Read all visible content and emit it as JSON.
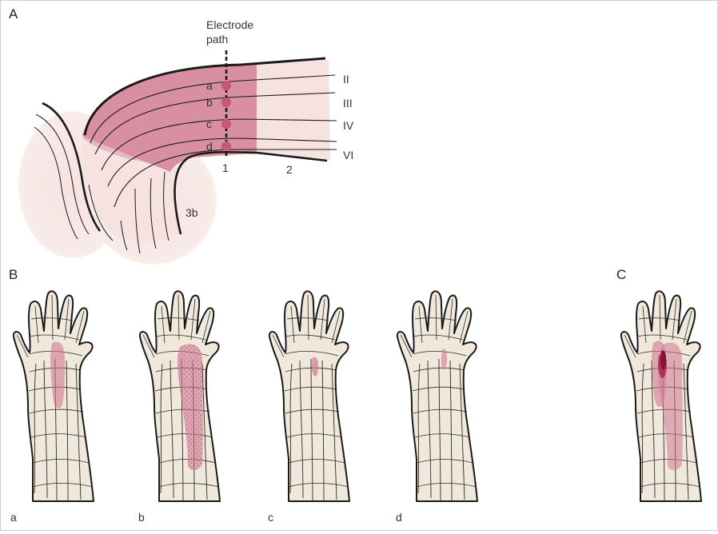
{
  "panels": {
    "a": "A",
    "b": "B",
    "c": "C"
  },
  "panel_a": {
    "electrode_label_line1": "Electrode",
    "electrode_label_line2": "path",
    "recording_sites": [
      "a",
      "b",
      "c",
      "d"
    ],
    "layers": [
      "II",
      "III",
      "IV",
      "VI"
    ],
    "areas": {
      "area_1": "1",
      "area_2": "2",
      "area_3b": "3b"
    }
  },
  "panel_b": {
    "hand_labels": [
      "a",
      "b",
      "c",
      "d"
    ]
  },
  "colors": {
    "skin": "#f1e8dc",
    "cortex_pale": "#f6e3e0",
    "cortex_pink": "#d98fa2",
    "field": "#cf7891",
    "field_dark": "#8a0f35",
    "outline": "#1a1a1a"
  }
}
